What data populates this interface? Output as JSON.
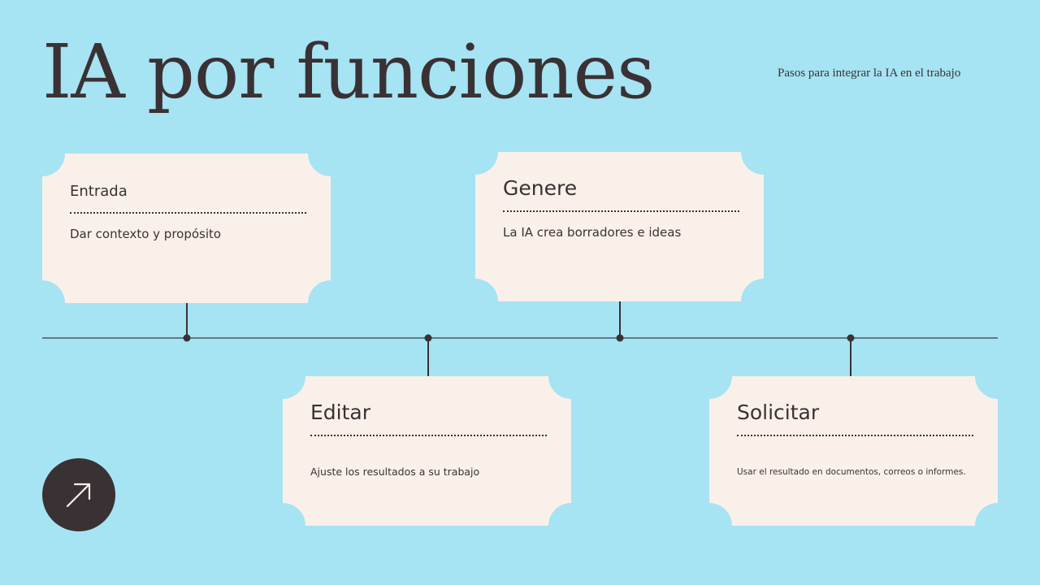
{
  "title": "IA por funciones",
  "subtitle": "Pasos para integrar la IA en el trabajo",
  "colors": {
    "background": "#a6e3f3",
    "card": "#f9f1e9",
    "ink": "#3a3134"
  },
  "steps": [
    {
      "title": "Entrada",
      "description": "Dar contexto y propósito"
    },
    {
      "title": "Genere",
      "description": "La IA crea borradores e ideas"
    },
    {
      "title": "Editar",
      "description": "Ajuste los resultados a su trabajo"
    },
    {
      "title": "Solicitar",
      "description": "Usar el resultado en documentos, correos o informes."
    }
  ],
  "action_icon": "arrow-up-right-icon"
}
